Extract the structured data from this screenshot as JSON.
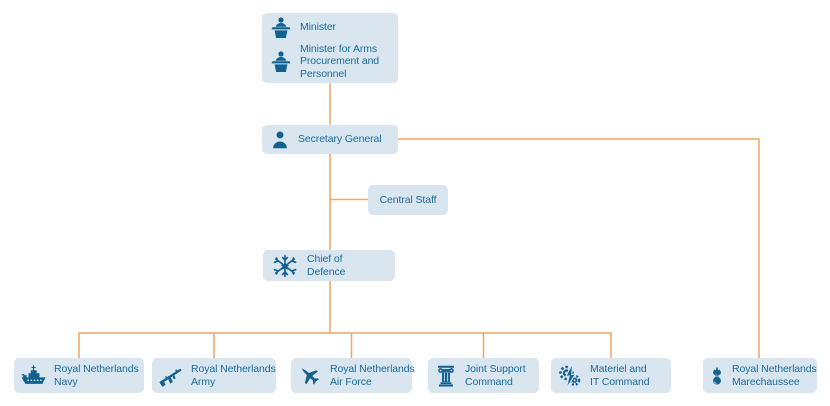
{
  "colors": {
    "page_bg": "#ffffff",
    "box_bg": "#d9e6f0",
    "icon": "#11608e",
    "text": "#1a6c9a",
    "line": "#f3a45f"
  },
  "chart_type": "organisation-chart",
  "nodes": {
    "minister": {
      "icon": "lectern-icon",
      "lines": [
        "Minister"
      ]
    },
    "minister_arms": {
      "icon": "lectern-icon",
      "lines": [
        "Minister for Arms",
        "Procurement and",
        "Personnel"
      ]
    },
    "secretary_general": {
      "icon": "person-icon",
      "lines": [
        "Secretary General"
      ]
    },
    "central_staff": {
      "lines": [
        "Central Staff"
      ]
    },
    "chief_of_defence": {
      "icon": "crossed-batons-star-icon",
      "lines": [
        "Chief of",
        "Defence"
      ]
    },
    "navy": {
      "icon": "warship-icon",
      "lines": [
        "Royal Netherlands",
        "Navy"
      ]
    },
    "army": {
      "icon": "rifle-icon",
      "lines": [
        "Royal Netherlands",
        "Army"
      ]
    },
    "air_force": {
      "icon": "fighter-jet-icon",
      "lines": [
        "Royal Netherlands",
        "Air Force"
      ]
    },
    "joint_support": {
      "icon": "column-icon",
      "lines": [
        "Joint Support",
        "Command"
      ]
    },
    "materiel_it": {
      "icon": "gears-lightning-icon",
      "lines": [
        "Materiel and",
        "IT Command"
      ]
    },
    "marechaussee": {
      "icon": "flaming-grenade-icon",
      "lines": [
        "Royal Netherlands",
        "Marechaussee"
      ]
    }
  }
}
